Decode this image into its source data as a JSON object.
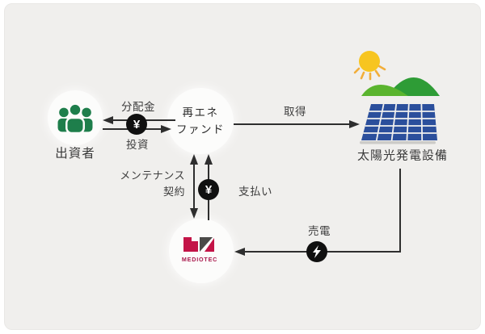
{
  "canvas": {
    "page_background": "#FFFFFF",
    "card_background": "#F0EFED",
    "line_color": "#2E2E2E",
    "text_color": "#3E3E3E"
  },
  "nodes": {
    "investors": {
      "label": "出資者",
      "icon": "people-group-icon",
      "icon_color": "#1E7E4B"
    },
    "fund": {
      "label_line1": "再エネ",
      "label_line2": "ファンド"
    },
    "solar_plant": {
      "label": "太陽光発電設備",
      "icon": "solar-panel-illustration",
      "panel_color": "#2B4F9C",
      "sun_color": "#F7C520",
      "hill_front_color": "#5AB42E",
      "hill_back_color": "#2E9C36"
    },
    "mediotec": {
      "logo_text": "MEDIOTEC",
      "logo_red": "#C31447",
      "logo_gray": "#4B4A48",
      "logo_text_color": "#A8174B"
    }
  },
  "edges": {
    "distribution": {
      "label": "分配金",
      "badge": "yen-badge"
    },
    "investment": {
      "label": "投資"
    },
    "acquisition": {
      "label": "取得"
    },
    "maintenance_contract": {
      "label_line1": "メンテナンス",
      "label_line2": "契約"
    },
    "payment": {
      "label": "支払い",
      "badge": "yen-badge"
    },
    "power_sale": {
      "label": "売電",
      "badge": "bolt-badge"
    }
  },
  "badges": {
    "yen_symbol": "¥"
  }
}
